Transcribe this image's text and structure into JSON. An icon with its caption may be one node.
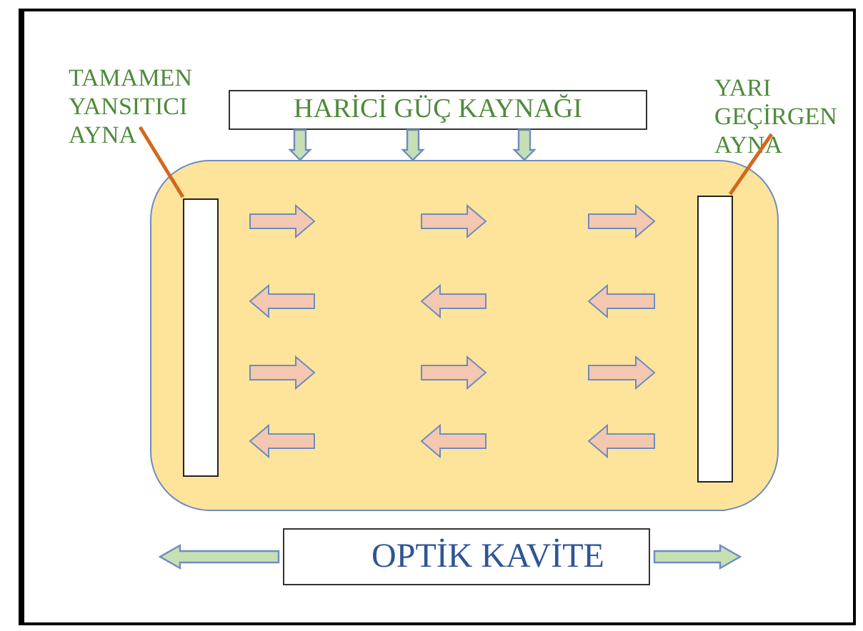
{
  "diagram": {
    "nodes": [
      {
        "text": [
          "TAMAMEN YANSITICI AYNA"
        ]
      },
      {
        "text": [
          "YARI GEÇİRGEN AYNA"
        ]
      },
      {
        "text": [
          "HARİCİ GÜÇ KAYNAĞI"
        ]
      },
      {
        "text": [],
        "shape": "box"
      },
      {
        "text": [],
        "shape": "bar",
        "in": 3
      },
      {
        "text": [],
        "shape": "bar",
        "in": 3
      },
      {
        "text": [
          "OPTİK KAVİTE"
        ]
      }
    ],
    "edges": [
      {
        "from": 0,
        "to": 4,
        "arrow": "none",
        "color": "#d2691e"
      },
      {
        "from": 1,
        "to": 5,
        "arrow": "none",
        "color": "#d2691e"
      },
      {
        "from": 2,
        "to": 3,
        "arrow": "to"
      },
      {
        "from": 2,
        "to": 3,
        "arrow": "to"
      },
      {
        "from": 2,
        "to": 3,
        "arrow": "to"
      },
      {
        "from": 6,
        "to": null,
        "arrow": "to"
      },
      {
        "from": 6,
        "to": null,
        "arrow": "to"
      }
    ]
  }
}
